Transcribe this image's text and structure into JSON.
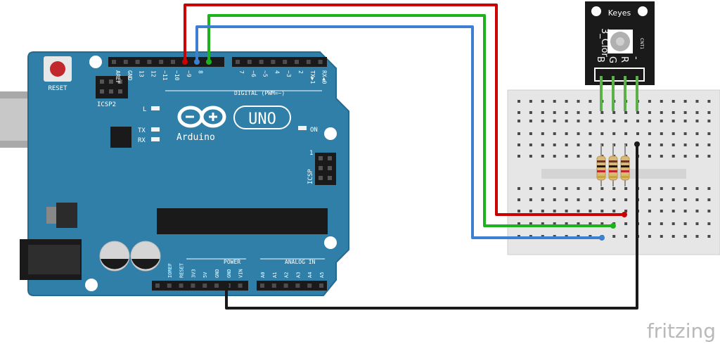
{
  "board": {
    "reset_label": "RESET",
    "icsp2_label": "ICSP2",
    "icsp_label": "ICSP",
    "icsp_pin1": "1",
    "brand_name": "Arduino",
    "model_name": "UNO",
    "digital_label": "DIGITAL (PWM=~)",
    "power_label": "POWER",
    "analog_label": "ANALOG IN",
    "led_l": "L",
    "led_tx": "TX",
    "led_rx": "RX",
    "led_on": "ON",
    "digital_pins": [
      "AREF",
      "GND",
      "13",
      "12",
      "~11",
      "~10",
      "~9",
      "8",
      "7",
      "~6",
      "~5",
      "4",
      "~3",
      "2",
      "TX▶1",
      "RX◀0"
    ],
    "power_pins": [
      "IOREF",
      "RESET",
      "3V3",
      "5V",
      "GND",
      "GND",
      "VIN"
    ],
    "analog_pins": [
      "A0",
      "A1",
      "A2",
      "A3",
      "A4",
      "A5"
    ]
  },
  "module": {
    "brand": "Keyes",
    "part_label": "3_Clor",
    "pins": [
      "B",
      "G",
      "R",
      "-"
    ],
    "chip_label": "CNT1"
  },
  "wires": {
    "red": "#cc0000",
    "green": "#1db31d",
    "blue": "#3d7fd1",
    "black": "#1a1a1a"
  },
  "colors": {
    "board": "#2f7fa8",
    "breadboard": "#e9e9e9",
    "module": "#1a1a1a"
  },
  "watermark": "fritzing"
}
